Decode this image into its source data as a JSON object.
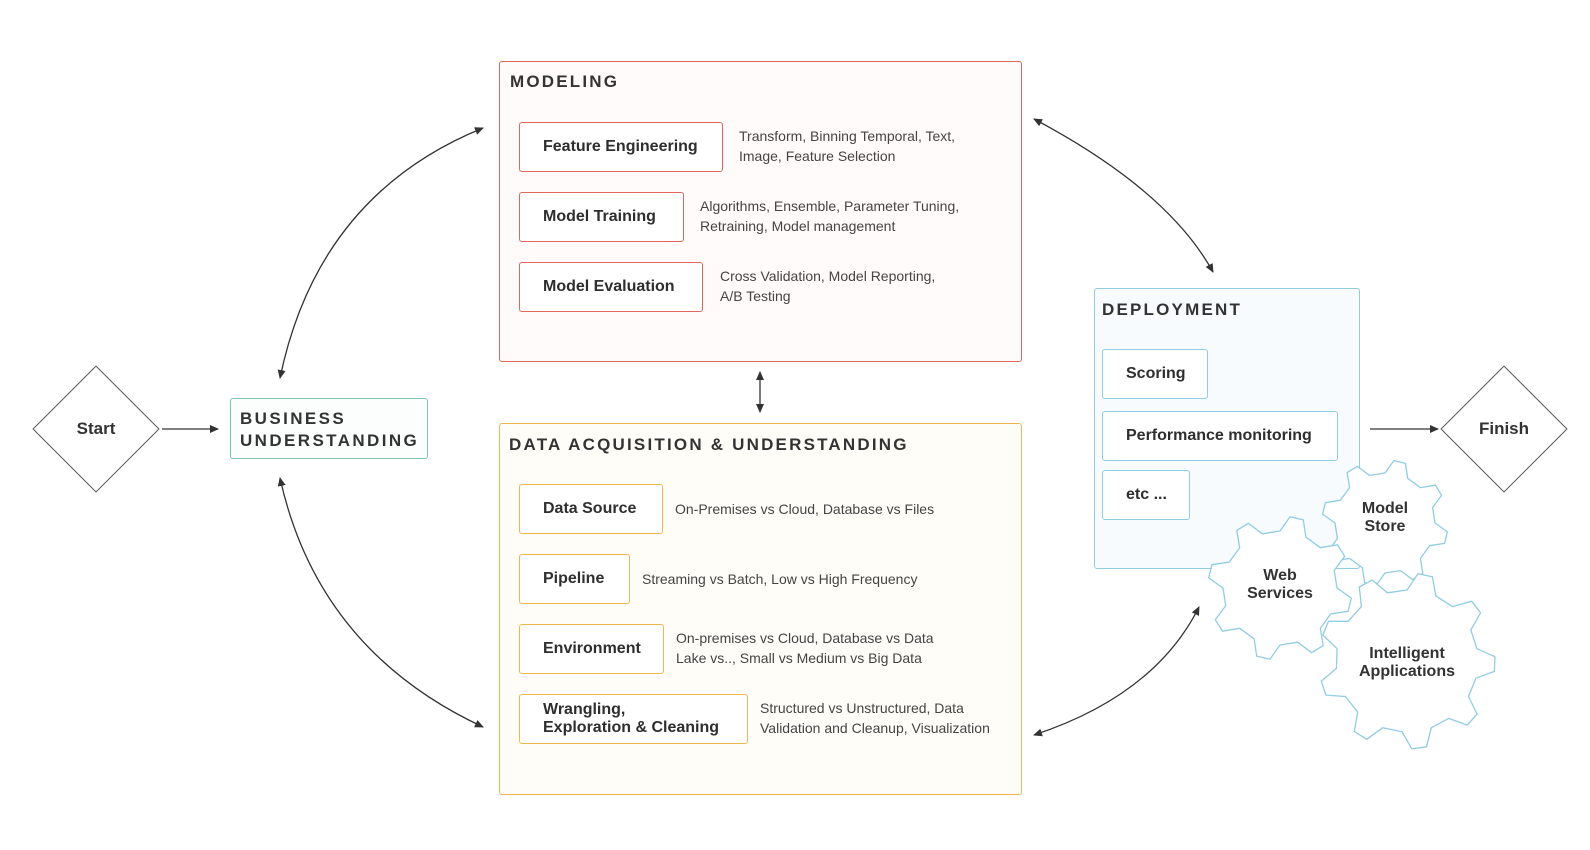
{
  "nodes": {
    "start": "Start",
    "finish": "Finish",
    "business_understanding": [
      "BUSINESS",
      "UNDERSTANDING"
    ]
  },
  "modeling": {
    "title": "MODELING",
    "items": [
      {
        "label": "Feature Engineering",
        "desc": [
          "Transform, Binning Temporal, Text,",
          "Image, Feature Selection"
        ]
      },
      {
        "label": "Model Training",
        "desc": [
          "Algorithms, Ensemble, Parameter Tuning,",
          "Retraining, Model management"
        ]
      },
      {
        "label": "Model Evaluation",
        "desc": [
          "Cross Validation, Model Reporting,",
          "A/B Testing"
        ]
      }
    ]
  },
  "data_acquisition": {
    "title": "DATA ACQUISITION & UNDERSTANDING",
    "items": [
      {
        "label": [
          "Data Source"
        ],
        "desc": [
          "On-Premises vs Cloud, Database vs Files"
        ]
      },
      {
        "label": [
          "Pipeline"
        ],
        "desc": [
          "Streaming vs Batch, Low vs High Frequency"
        ]
      },
      {
        "label": [
          "Environment"
        ],
        "desc": [
          "On-premises vs Cloud, Database vs Data",
          "Lake vs.., Small vs Medium vs Big Data"
        ]
      },
      {
        "label": [
          "Wrangling,",
          "Exploration & Cleaning"
        ],
        "desc": [
          "Structured vs Unstructured, Data",
          "Validation and Cleanup, Visualization"
        ]
      }
    ]
  },
  "deployment": {
    "title": "DEPLOYMENT",
    "items": [
      "Scoring",
      "Performance monitoring",
      "etc ..."
    ],
    "gears": [
      [
        "Model",
        "Store"
      ],
      [
        "Web",
        "Services"
      ],
      [
        "Intelligent",
        "Applications"
      ]
    ]
  },
  "colors": {
    "modeling": "#e0675a",
    "data_acquisition": "#f0b64f",
    "deployment": "#8fcde2",
    "business": "#7cc7ac",
    "arrows": "#333333"
  }
}
